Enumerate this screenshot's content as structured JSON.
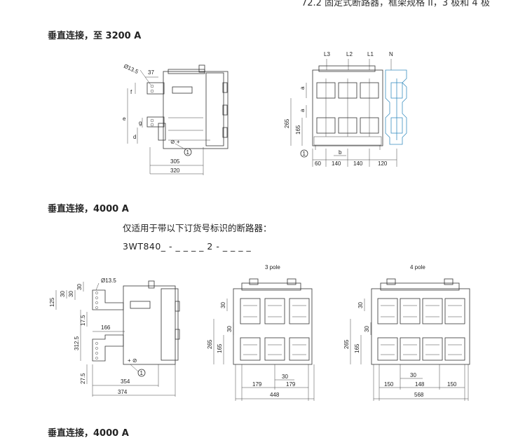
{
  "page": {
    "top_fragment": "72.2 固定式断路器，框架规格 II，3 极和 4 极",
    "section1_title": "垂直连接，至 3200 A",
    "section2_title": "垂直连接，4000 A",
    "section2_note": "仅适用于带以下订货号标识的断路器：",
    "section2_order_code": "3WT840_ - _ _ _ _ 2 - _ _ _ _",
    "section3_title": "垂直连接，4000 A"
  },
  "drawing1_side": {
    "diameter_label": "Ø13.5",
    "labels": {
      "d37": "37",
      "f": "f",
      "e": "e",
      "g": "g",
      "d": "d",
      "d305": "305",
      "d320": "320",
      "callout": "1"
    }
  },
  "drawing1_front": {
    "phase_labels": [
      "L3",
      "L2",
      "L1",
      "N"
    ],
    "labels": {
      "a_top": "a",
      "a_mid": "a",
      "d265": "265",
      "d165": "165",
      "b": "b",
      "callout": "1"
    },
    "bottom_dims": [
      "60",
      "140",
      "140",
      "120"
    ]
  },
  "drawing2_side": {
    "diameter_label": "Ø13.5",
    "labels": {
      "d125": "125",
      "d30a": "30",
      "d30b": "30",
      "d30c": "30",
      "d17_5": "17.5",
      "d166": "166",
      "d312_5": "312.5",
      "d27_5": "27.5",
      "d354": "354",
      "d374": "374",
      "callout": "1"
    }
  },
  "drawing2_3pole": {
    "title": "3 pole",
    "labels": {
      "d30top": "30",
      "d30mid": "30",
      "d265": "265",
      "d165": "165",
      "d30center": "30",
      "d179a": "179",
      "d179b": "179",
      "d448": "448"
    }
  },
  "drawing2_4pole": {
    "title": "4 pole",
    "labels": {
      "d30top": "30",
      "d30mid": "30",
      "d265": "265",
      "d165": "165",
      "d30center": "30",
      "d150a": "150",
      "d148": "148",
      "d150b": "150",
      "d568": "568"
    }
  }
}
